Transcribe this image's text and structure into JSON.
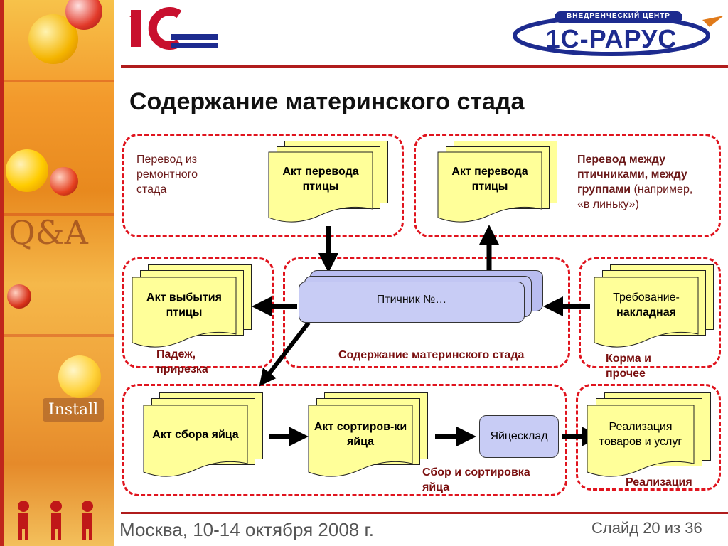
{
  "logo_left": "1С",
  "logo_right": {
    "tagline": "ВНЕДРЕНЧЕСКИЙ ЦЕНТР",
    "brand": "1С-РАРУС"
  },
  "title": "Содержание материнского стада",
  "blocks": {
    "top_left": {
      "caption": "Перевод из ремонтного стада",
      "doc": "Акт перевода птицы"
    },
    "top_right": {
      "doc": "Акт перевода птицы",
      "caption_bold": "Перевод между птичниками, между группами",
      "caption_normal": "(например, «в линьку»)"
    },
    "mid_left": {
      "doc": "Акт выбытия птицы",
      "caption": "Падеж, прирезка"
    },
    "mid_center": {
      "hub": "Птичник №…",
      "caption": "Содержание материнского стада"
    },
    "mid_right": {
      "doc_line1": "Требование-",
      "doc_line2": "накладная",
      "caption": "Корма и прочее"
    },
    "bottom_center": {
      "doc_collect": "Акт сбора яйца",
      "doc_sort": "Акт сортиров-ки яйца",
      "warehouse": "Яйцесклад",
      "caption": "Сбор и сортировка яйца"
    },
    "bottom_right": {
      "doc": "Реализация товаров и услуг",
      "caption": "Реализация"
    }
  },
  "footer": {
    "left": "Москва, 10-14 октября 2008 г.",
    "right": "Слайд 20 из 36"
  },
  "colors": {
    "accent_red": "#e0141e",
    "doc_fill": "#ffff99",
    "hub_fill": "#c8ccf5",
    "brand_blue": "#1d2b8f"
  }
}
